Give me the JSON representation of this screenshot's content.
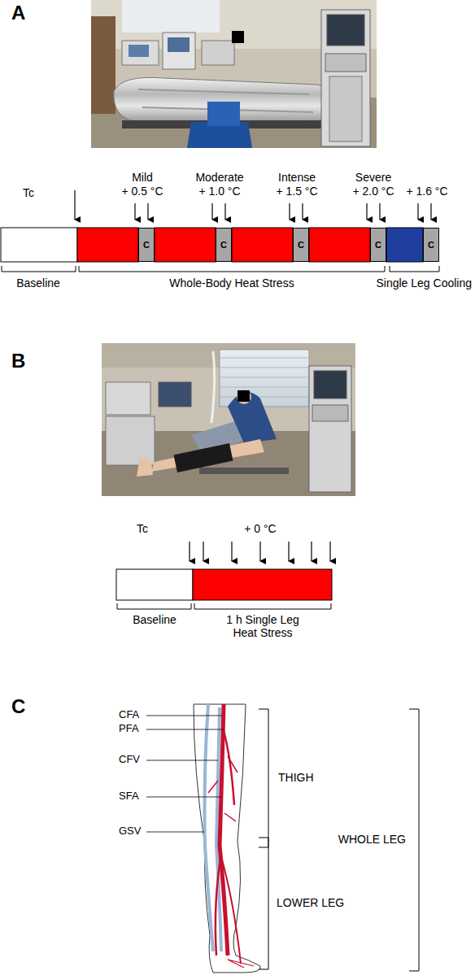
{
  "diagram": {
    "nodes": [
      {
        "text": [
          "C"
        ]
      },
      {
        "text": [
          "C"
        ]
      },
      {
        "text": [
          "C"
        ]
      },
      {
        "text": [
          "C"
        ]
      },
      {
        "text": [
          "C"
        ]
      }
    ],
    "labels": [
      "A",
      "Tc",
      "Mild",
      "+ 0.5 °C",
      "Moderate",
      "+ 1.0 °C",
      "Intense",
      "+ 1.5 °C",
      "Severe",
      "+ 2.0 °C",
      "+ 1.6 °C",
      "Baseline",
      "Whole-Body Heat Stress",
      "Single Leg Cooling",
      "B",
      "Tc",
      "+ 0 °C",
      "Baseline",
      "1 h Single Leg Heat Stress",
      "C",
      "CFA",
      "PFA",
      "CFV",
      "SFA",
      "GSV",
      "THIGH",
      "LOWER LEG",
      "WHOLE LEG"
    ]
  }
}
